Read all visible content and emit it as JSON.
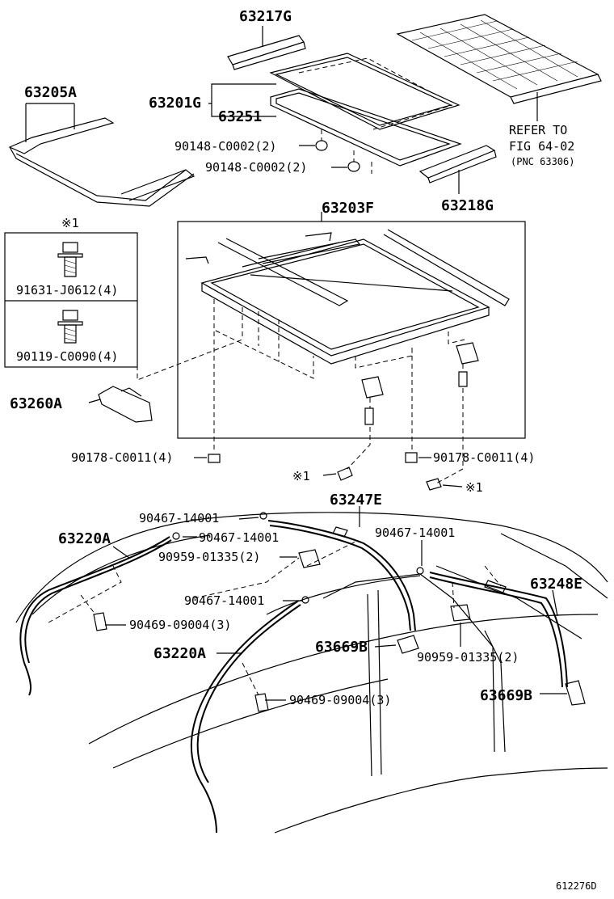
{
  "labels": {
    "p63217G": "63217G",
    "p63205A": "63205A",
    "p63201G": "63201G",
    "p63251": "63251",
    "p90148a": "90148-C0002(2)",
    "p90148b": "90148-C0002(2)",
    "refer1": "REFER TO",
    "refer2": "FIG 64-02",
    "refer3": "(PNC 63306)",
    "p63218G": "63218G",
    "p63203F": "63203F",
    "note1": "※1",
    "p91631": "91631-J0612(4)",
    "p90119": "90119-C0090(4)",
    "p63260A": "63260A",
    "p90178a": "90178-C0011(4)",
    "p90178b": "90178-C0011(4)",
    "note1a": "※1",
    "note1b": "※1",
    "p63247E": "63247E",
    "p90467a": "90467-14001",
    "p90467b": "90467-14001",
    "p90467c": "90467-14001",
    "p90467d": "90467-14001",
    "p63220Aa": "63220A",
    "p63220Ab": "63220A",
    "p90959a": "90959-01335(2)",
    "p90959b": "90959-01335(2)",
    "p90469a": "90469-09004(3)",
    "p90469b": "90469-09004(3)",
    "p63248E": "63248E",
    "p63669Ba": "63669B",
    "p63669Bb": "63669B",
    "figcode": "612276D"
  }
}
